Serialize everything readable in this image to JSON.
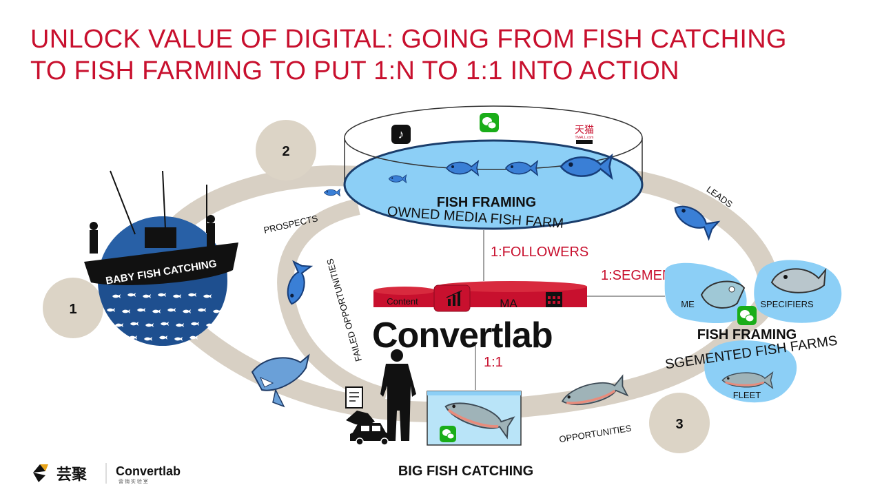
{
  "slide": {
    "title_line1": "UNLOCK VALUE OF DIGITAL: GOING FROM FISH CATCHING",
    "title_line2": "TO FISH FARMING TO PUT 1:N TO 1:1 INTO ACTION"
  },
  "diagram": {
    "steps": [
      "1",
      "2",
      "3"
    ],
    "baby_catching_label": "BABY FISH CATCHING",
    "pond_title": "FISH FRAMING",
    "pond_subtitle": "OWNED MEDIA FISH FARM",
    "flow_labels": {
      "prospects": "PROSPECTS",
      "leads": "LEADS",
      "failed": "FAILED OPPORTUNITIES",
      "opportunities": "OPPORTUNITIES"
    },
    "ratio_labels": {
      "followers": "1:FOLLOWERS",
      "segments": "1:SEGMENTS",
      "one_to_one": "1:1"
    },
    "platform": {
      "content_label": "Content",
      "ma_label": "MA",
      "brand_name": "Convertlab"
    },
    "segments": {
      "me": "ME",
      "specifiers": "SPECIFIERS",
      "fleet": "FLEET",
      "title": "FISH FRAMING",
      "subtitle": "SGEMENTED FISH FARMS"
    },
    "big_catching_label": "BIG FISH CATCHING",
    "tmall_label": "天猫",
    "tmall_sub": "TMALL.com"
  },
  "footer": {
    "logo_cn": "芸聚",
    "logo_brand": "Convertlab",
    "logo_sub": "营 销 实 验 室"
  },
  "colors": {
    "title_red": "#c8102e",
    "track": "#d8d0c4",
    "step_circle": "#dcd4c6",
    "fish_blue": "#3a7fd6",
    "water": "#7cc4f2",
    "platform_red": "#c8102e",
    "wechat_green": "#1aad19"
  },
  "icons": [
    "tiktok-icon",
    "wechat-icon",
    "tmall-icon",
    "content-chart-icon",
    "calendar-icon",
    "document-icon"
  ]
}
